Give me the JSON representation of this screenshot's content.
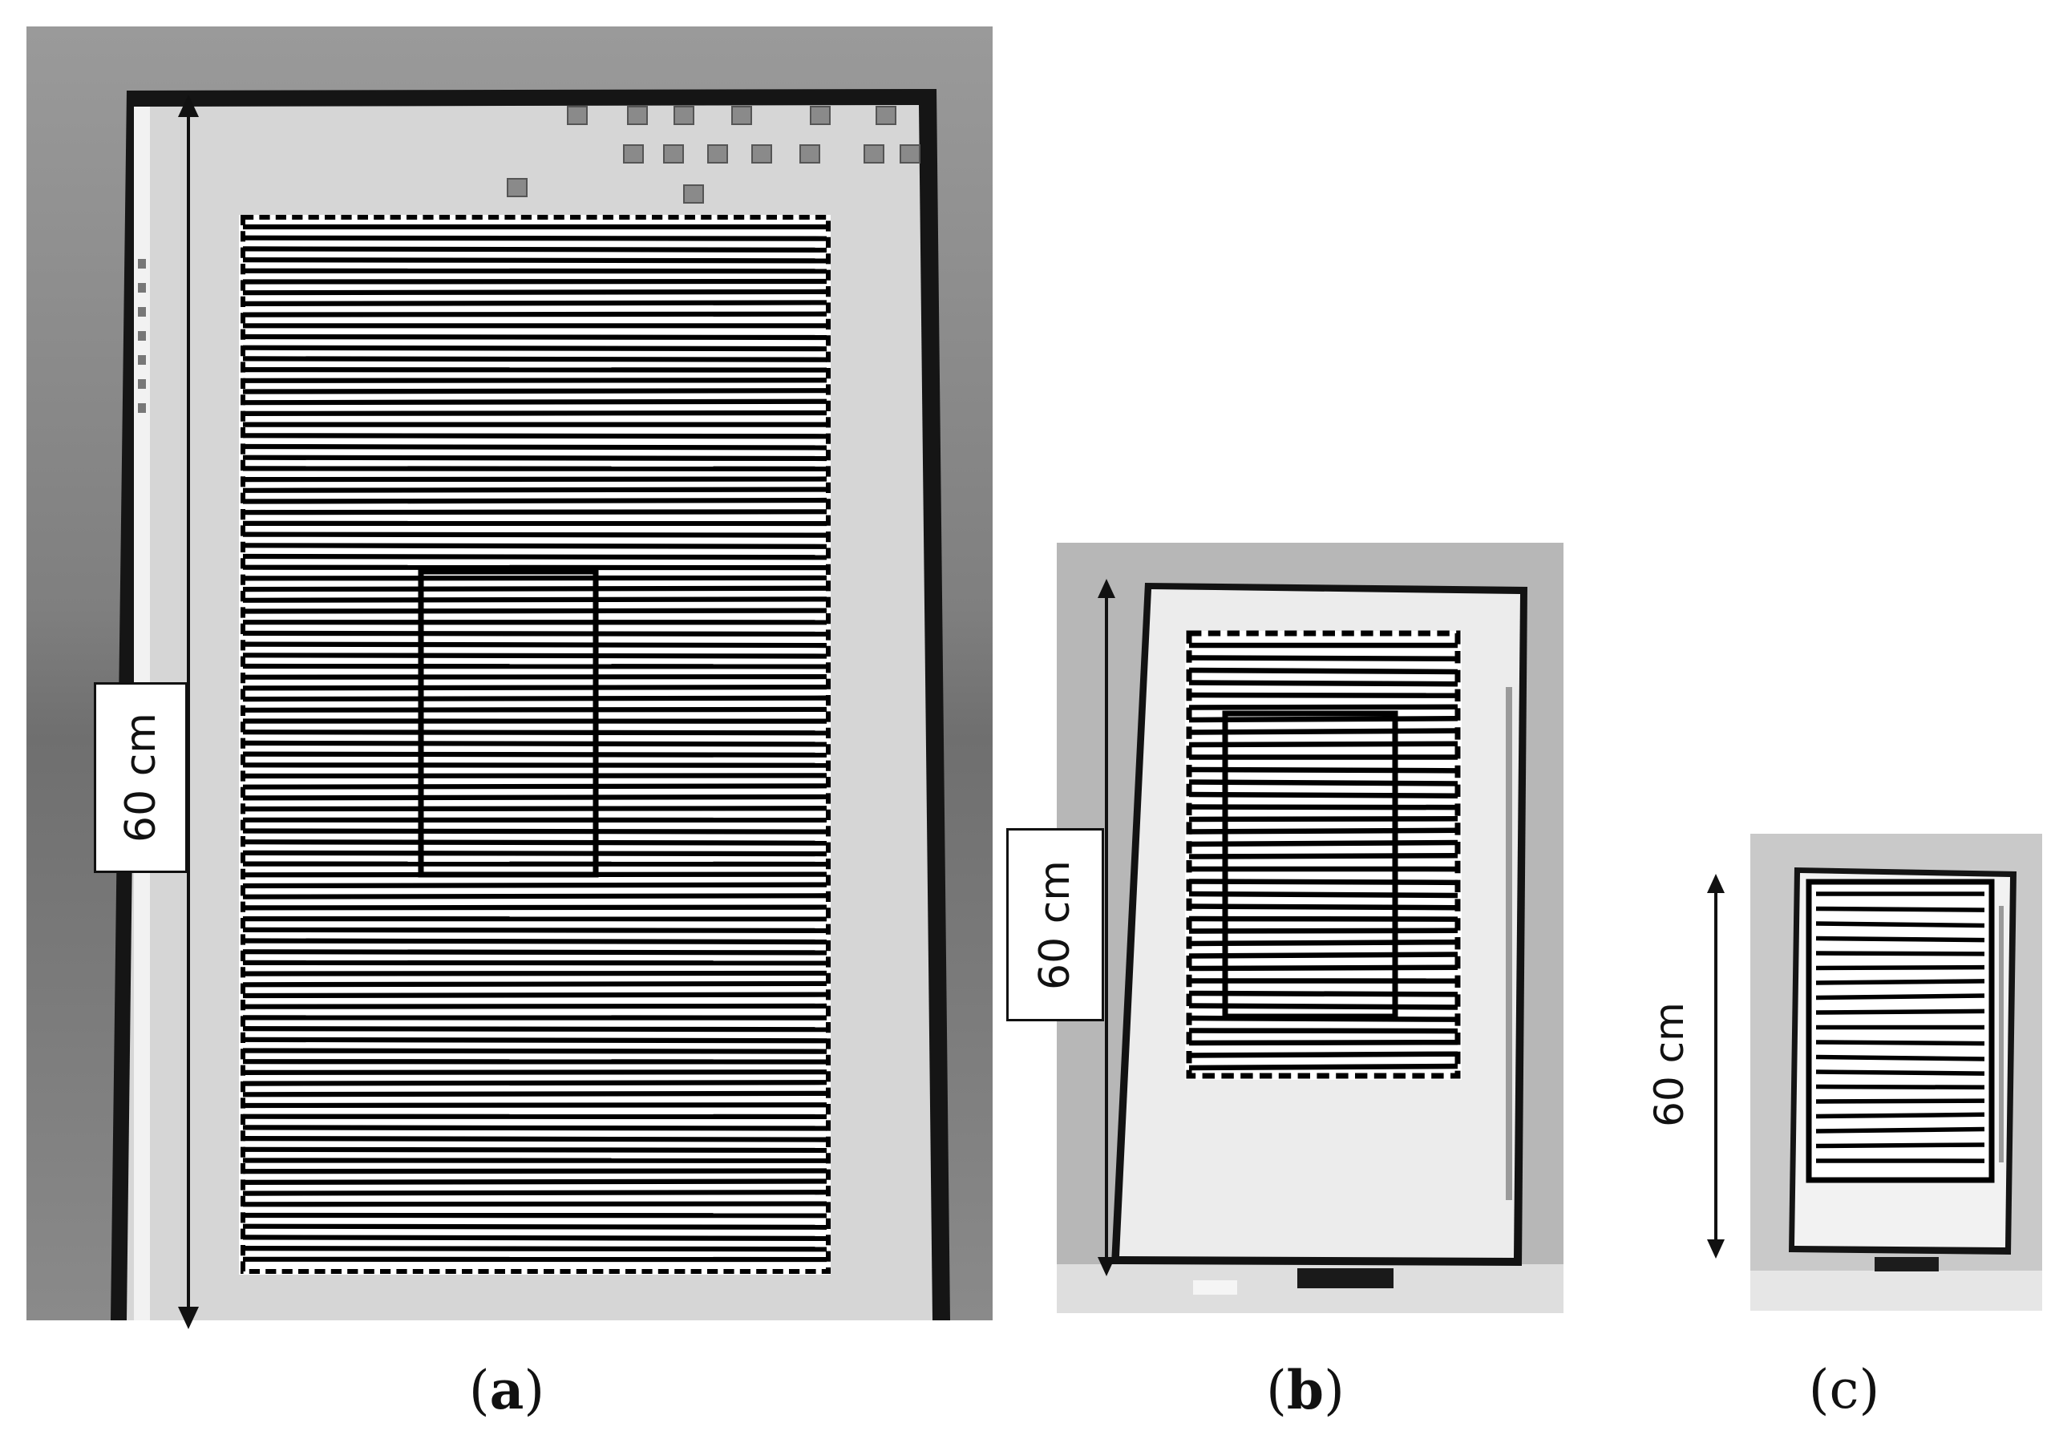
{
  "panels": [
    {
      "id": "a",
      "caption_open": "(",
      "caption_letter": "a",
      "caption_close": ")",
      "bold": true,
      "dimension_label": "60 cm"
    },
    {
      "id": "b",
      "caption_open": "(",
      "caption_letter": "b",
      "caption_close": ")",
      "bold": true,
      "dimension_label": "60 cm"
    },
    {
      "id": "c",
      "caption_open": "(",
      "caption_letter": "c",
      "caption_close": ")",
      "bold": false,
      "dimension_label": "60 cm"
    }
  ],
  "colors": {
    "background": "#ffffff",
    "photo_gray": "#8c8c8c",
    "screen_bg": "#d9d9d9",
    "stripe": "#000000",
    "frame": "#111111"
  },
  "icons": [
    "arrow-up-icon",
    "arrow-down-icon",
    "desktop-icon"
  ]
}
